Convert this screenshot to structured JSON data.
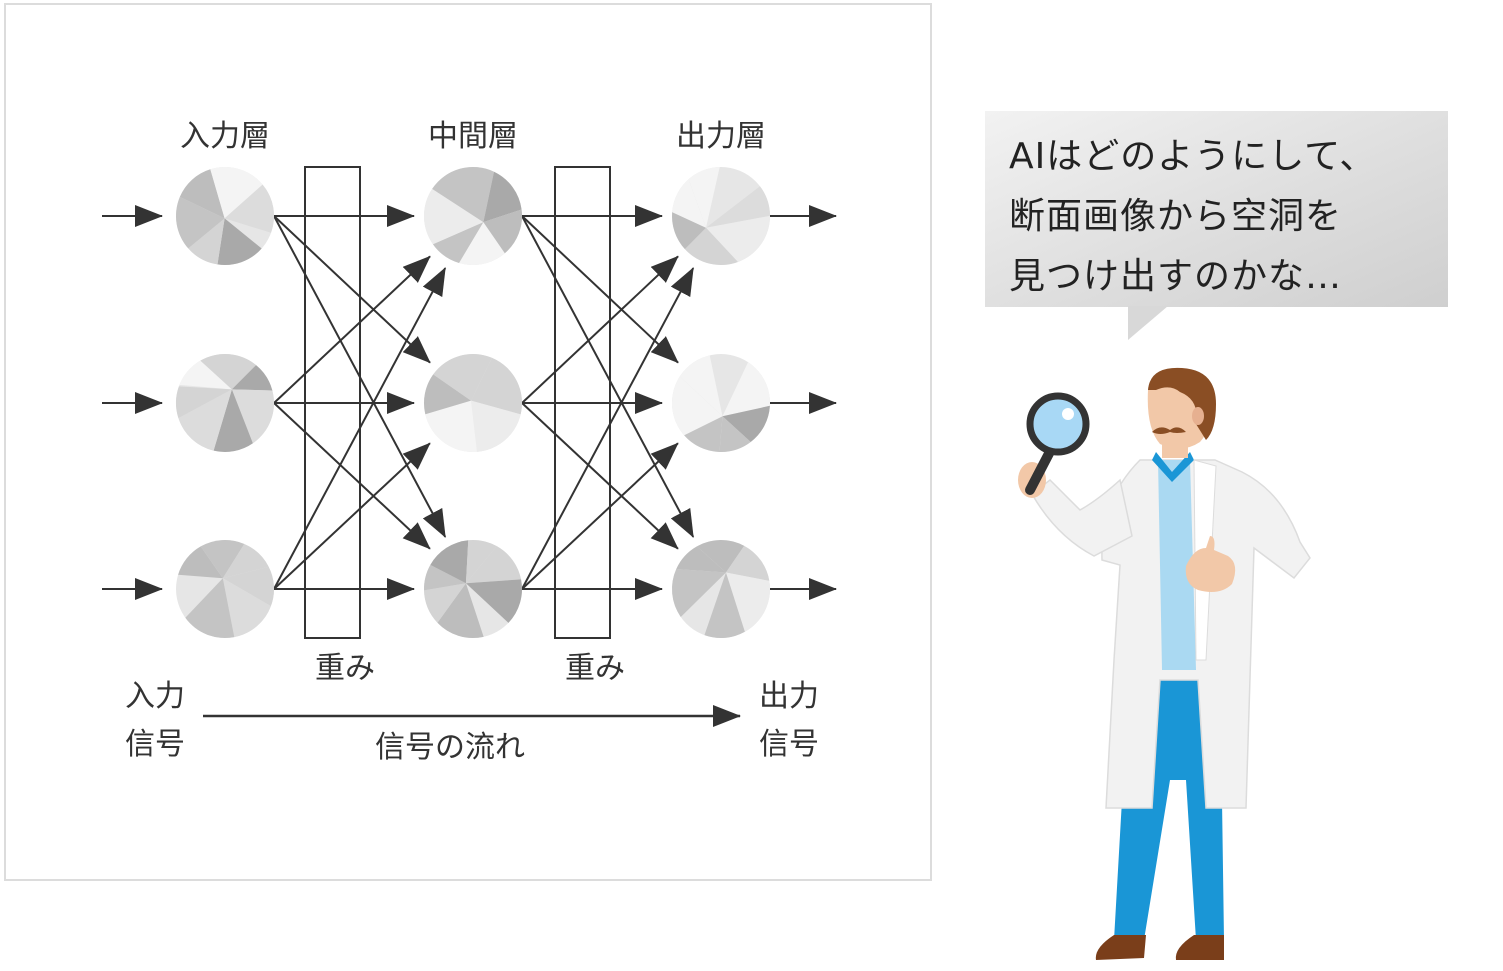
{
  "diagram": {
    "layers": [
      {
        "label": "入力層"
      },
      {
        "label": "中間層"
      },
      {
        "label": "出力層"
      }
    ],
    "weights": [
      {
        "label": "重み"
      },
      {
        "label": "重み"
      }
    ],
    "input_signal": {
      "line1": "入力",
      "line2": "信号"
    },
    "output_signal": {
      "line1": "出力",
      "line2": "信号"
    },
    "flow_label": "信号の流れ",
    "colors": {
      "line": "#333333",
      "frame": "#dcdcdc",
      "node_light": "#f2f2f2",
      "node_mid": "#d0d0d0",
      "node_dark": "#a8a8a8"
    }
  },
  "speech_bubble": {
    "lines": [
      "AIはどのようにして、",
      "断面画像から空洞を",
      "見つけ出すのかな…"
    ]
  },
  "scientist": {
    "colors": {
      "coat": "#f2f2f2",
      "shirt": "#aad9f2",
      "pants": "#1a96d6",
      "hair": "#8a4e24",
      "skin": "#f2c8a8",
      "shoes": "#7a3e1a",
      "lens": "#a8d8f5",
      "magnifier": "#333333"
    }
  }
}
